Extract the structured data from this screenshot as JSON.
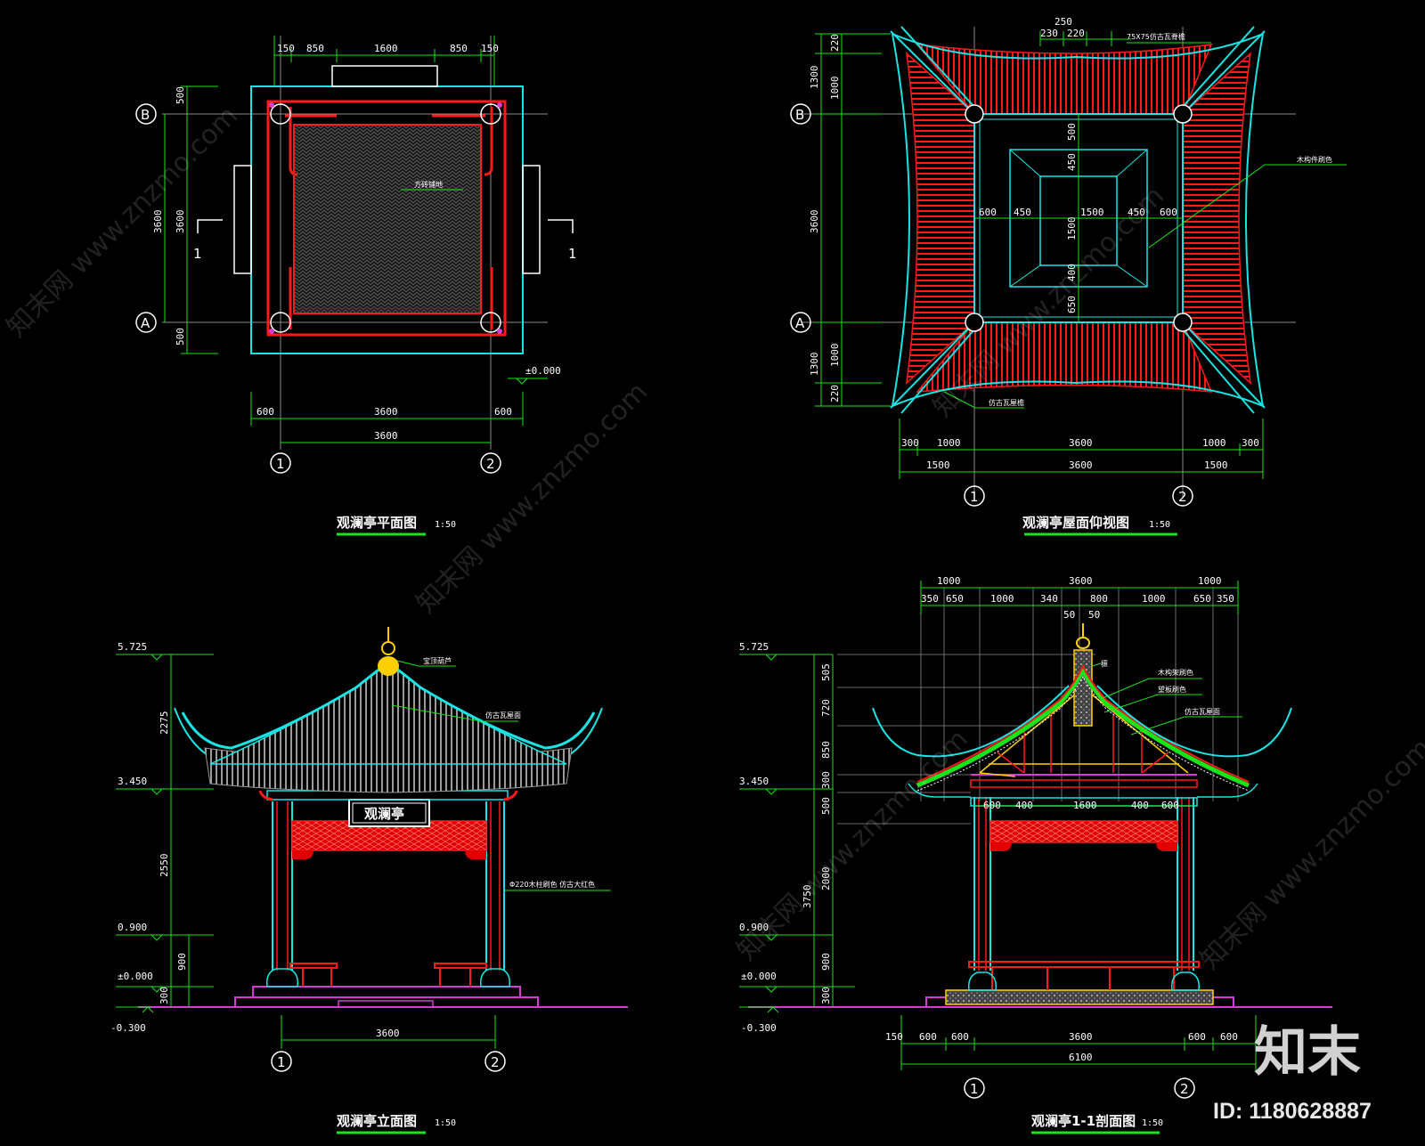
{
  "plan": {
    "title": "观澜亭平面图",
    "scale": "1:50",
    "top_dims": [
      "150",
      "850",
      "1600",
      "850",
      "150"
    ],
    "left_dims": [
      "500",
      "3600",
      "500"
    ],
    "left_total": "3600",
    "bottom_dims": [
      "600",
      "3600",
      "600"
    ],
    "bottom_total": "3600",
    "axes": [
      "B",
      "A",
      "1",
      "2"
    ],
    "section_mark": "1",
    "level": "±0.000",
    "note": "方砖铺地"
  },
  "roof": {
    "title": "观澜亭屋面仰视图",
    "scale": "1:50",
    "top_dims": [
      "250",
      "230",
      "220"
    ],
    "top_note": "75X75仿古瓦脊檐",
    "left_dims": [
      "1300",
      "220",
      "1000",
      "3600",
      "1000",
      "220",
      "1300"
    ],
    "inner_h": [
      "600",
      "450",
      "1500",
      "450",
      "600"
    ],
    "inner_v": [
      "500",
      "450",
      "1500",
      "400",
      "650"
    ],
    "bottom_dims": [
      "300",
      "1000",
      "3600",
      "1000",
      "300"
    ],
    "bottom_totals": [
      "1500",
      "3600",
      "1500"
    ],
    "note_right": "木构件刷色",
    "note_bottom": "仿古瓦屋檐",
    "axes": [
      "B",
      "A",
      "1",
      "2"
    ]
  },
  "elevation": {
    "title": "观澜亭立面图",
    "scale": "1:50",
    "levels": [
      "5.725",
      "3.450",
      "0.900",
      "±0.000",
      "-0.300"
    ],
    "left_dims": [
      "2275",
      "2550",
      "900",
      "300"
    ],
    "bottom_dim": "3600",
    "plaque": "观澜亭",
    "note_top": "宝顶葫芦",
    "note_roof": "仿古瓦屋面",
    "note_column": "Φ220木柱刷色 仿古大红色",
    "axes": [
      "1",
      "2"
    ]
  },
  "section": {
    "title": "观澜亭1-1剖面图",
    "scale": "1:50",
    "levels": [
      "5.725",
      "3.450",
      "0.900",
      "±0.000",
      "-0.300"
    ],
    "top_dims_row1": [
      "1000",
      "3600",
      "1000"
    ],
    "top_dims_row2": [
      "350",
      "650",
      "1000",
      "340",
      "800",
      "1000",
      "650",
      "350"
    ],
    "top_small": [
      "50",
      "50"
    ],
    "left_dims": [
      "505",
      "720",
      "850",
      "300",
      "500",
      "2000",
      "900",
      "300"
    ],
    "left_total": "3750",
    "inner_dims": [
      "600",
      "400",
      "1600",
      "400",
      "600"
    ],
    "bottom_dims": [
      "150",
      "600",
      "600",
      "3600",
      "600",
      "600"
    ],
    "bottom_total": "6100",
    "notes": [
      "木构架刷色",
      "望板刷色",
      "仿古瓦屋面",
      "檩"
    ],
    "axes": [
      "1",
      "2"
    ]
  },
  "watermark": {
    "site": "知末网 www.znzmo.com",
    "brand": "知末",
    "id": "ID: 1180628887"
  }
}
